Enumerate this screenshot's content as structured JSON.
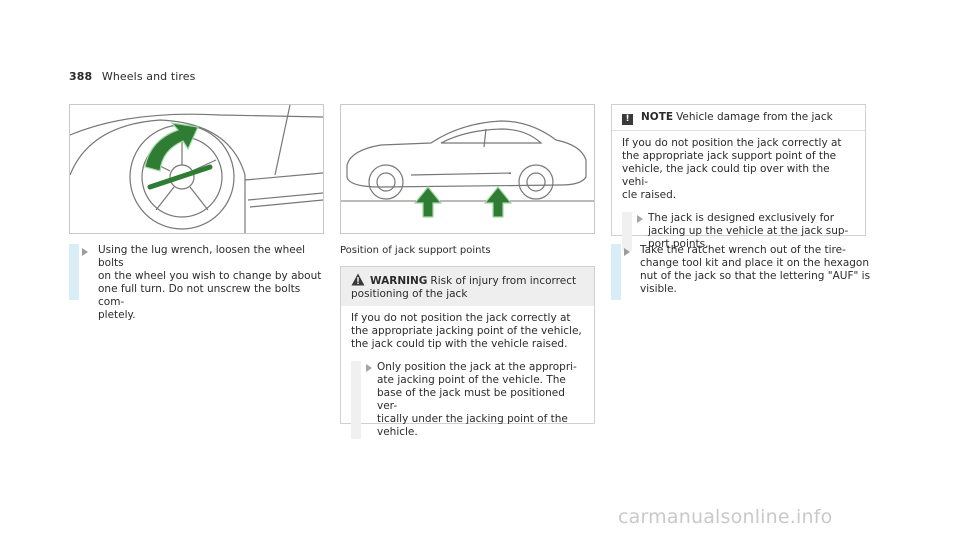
{
  "header": {
    "page_number": "388",
    "section": "Wheels and tires"
  },
  "step1": {
    "text": "Using the lug wrench, loosen the wheel bolts\non the wheel you wish to change by about\none full turn. Do not unscrew the bolts com-\npletely."
  },
  "figure2": {
    "caption": "Position of jack support points"
  },
  "warning": {
    "label": "WARNING",
    "title": "Risk of injury from incorrect\npositioning of the jack",
    "body": "If you do not position the jack correctly at\nthe appropriate jacking point of the vehicle,\nthe jack could tip with the vehicle raised.",
    "instruction": "Only position the jack at the appropri-\nate jacking point of the vehicle. The\nbase of the jack must be positioned ver-\ntically under the jacking point of the\nvehicle."
  },
  "note": {
    "icon_glyph": "!",
    "label": "NOTE",
    "title": "Vehicle damage from the jack",
    "body": "If you do not position the jack correctly at\nthe appropriate jack support point of the\nvehicle, the jack could tip over with the vehi-\ncle raised.",
    "instruction": "The jack is designed exclusively for\njacking up the vehicle at the jack sup-\nport points."
  },
  "step2": {
    "text": "Take the ratchet wrench out of the tire-\nchange tool kit and place it on the hexagon\nnut of the jack so that the lettering \"AUF\" is\nvisible."
  },
  "watermark": {
    "text": "carmanualsonline.info"
  },
  "colors": {
    "accent_bar": "#d9edf7",
    "arrow_green": "#2e7d32",
    "arrow_outline": "#a5d6a7"
  }
}
